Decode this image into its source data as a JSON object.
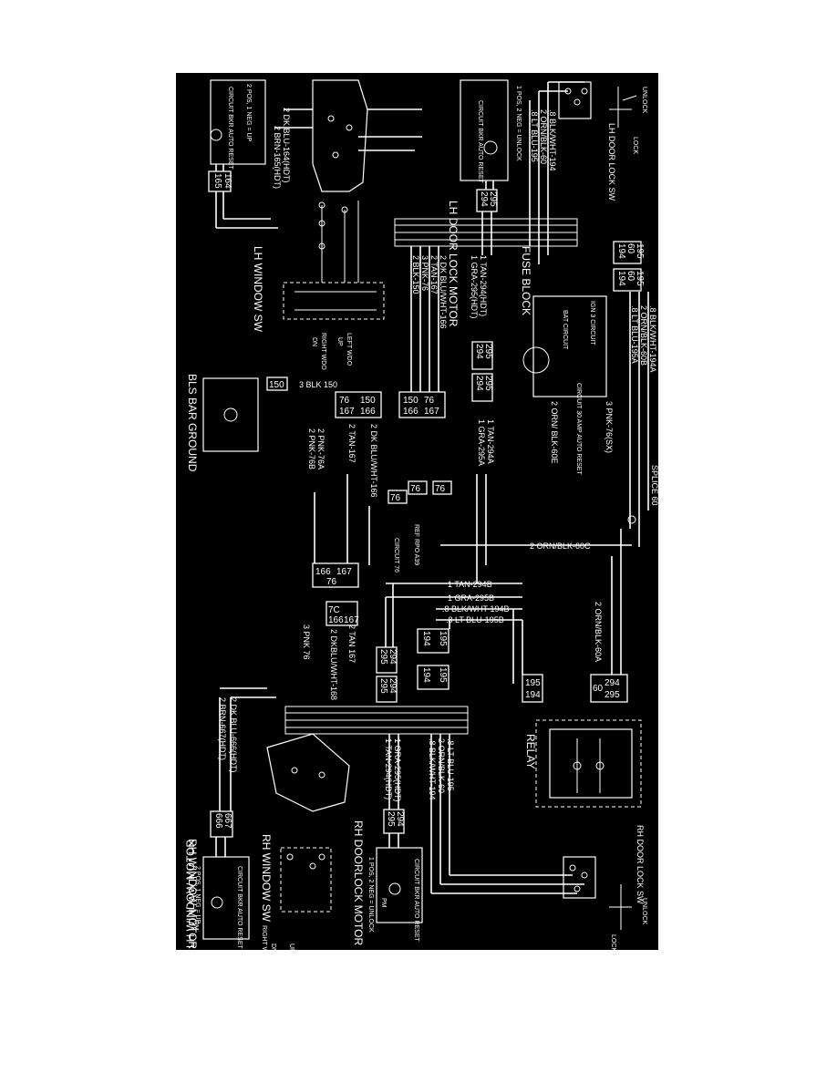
{
  "titles": {
    "lh_window_motor": "LH WINDOW MOTOR",
    "lh_door_lock_motor": "LH DOOR LOCK MOTOR",
    "lh_door_lock_sw": "LH DOOR LOCK SW",
    "lh_window_sw": "LH WINDOW SW",
    "fuse_block": "FUSE BLOCK",
    "bls_bar_ground": "BLS BAR GROUND",
    "splice_60": "SPLICE 60",
    "relay": "RELAY",
    "rh_door_lock_sw": "RH DOOR LOCK SW",
    "rh_door_lock_motor": "RH DOORLOCK MOTOR",
    "rh_window_sw": "RH WINDOW SW",
    "rh_window_motor": "RH WINDOW MOTOR"
  },
  "small_labels": {
    "cb_auto_reset": "CIRCUIT BKR AUTO RESET",
    "pos_neg_up": "2 POS, 1 NEG = UP",
    "pos_neg_unlock": "1 POS, 2 NEG = UNLOCK",
    "pm": "PM",
    "unlock": "UNLOCK",
    "up": "UP",
    "dn": "DN",
    "lock": "LOCK",
    "left_wdo": "LEFT WDO",
    "right_wdo": "RIGHT WDO",
    "ign3_circuit": "IGN 3 CIRCUIT",
    "bat_circuit": "BAT CIRCUIT",
    "cb_30amp": "CIRCUIT 30 AMP AUTO RESET",
    "ref_rpo": "REF RPO A39",
    "circuit_76": "CIRCUIT 76"
  },
  "wires": {
    "lh_motor_1": "2 DK BLU-164(HDT)",
    "lh_motor_2": "2 BRN-165(HDT)",
    "lh_sw_1": "2 DK BLU/WHT-166",
    "lh_sw_2": "2 TAN-167",
    "lh_sw_3": "3 PNK-76",
    "lh_sw_4": "2 BLK-150",
    "lock_1": "1 TAN-294(HDT)",
    "lock_2": "1 GRA-295(HDT)",
    "lh_lock_sw_1": ".8 BLK/WHT-194",
    "lh_lock_sw_2": "2 ORN/BLK-60",
    "lh_lock_sw_3": ".8 LT BLU-195",
    "fuse_1": ".8 BLK/WHT-194A",
    "fuse_2": "2 ORN/BLK-60B",
    "fuse_3": ".8 LT BLU-195A",
    "fuse_pnk": "3 PNK-76(SX)",
    "fuse_orn": "2 ORN/ BLK-60E",
    "tan_294a": "1 TAN-294A",
    "gra_295a": "1 GRA-295A",
    "blk150": "3 BLK 150",
    "mid_1": "2 DK BLU/WHT-166",
    "mid_2": "2 TAN-167",
    "mid_3": "2 PNK-76A",
    "mid_4": "2 PNK-76B",
    "orn_60c": "2 ORN/BLK-60C",
    "tan_294b": "1 TAN-294B",
    "gra_295b": "1 GRA-295B",
    "blk_194b": ".8 BLK/WHT-194B",
    "blu_195b": ".8 LT BLU-195B",
    "orn_60a": "2 ORN/BLK-60A",
    "rh_a": "3 PNK 76",
    "rh_b": "2 DKBLU/WHT-168",
    "rh_c": "2 TAN 167",
    "rh_motor_1": "2 DK BLU-666(HDT)",
    "rh_motor_2": "2 BRN-667(HDT)",
    "rh_lock_1": "1 GRA-295(HDT)",
    "rh_lock_2": "1 TAN-294(HDT)",
    "rh_lock_sw_1": ".8 LT BLU-195",
    "rh_lock_sw_2": "2 ORN/BLK-60",
    "rh_lock_sw_3": ".8 BLK/WHT-194"
  },
  "connectors": {
    "c165": "165",
    "c164": "164",
    "c294": "294",
    "c295": "295",
    "c194": "194",
    "c195": "195",
    "c60": "60",
    "c150": "150",
    "c76": "76",
    "c166": "166",
    "c167": "167",
    "c76c": "7C",
    "c666": "666",
    "c667": "667"
  }
}
